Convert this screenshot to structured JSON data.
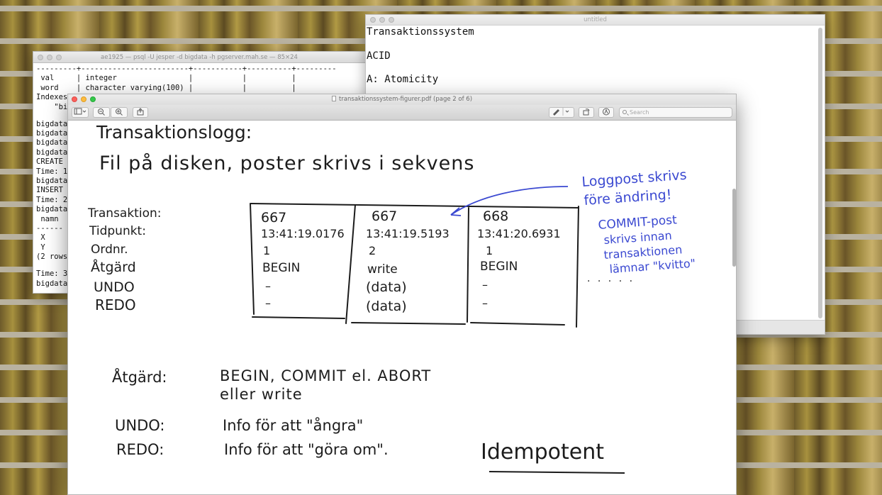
{
  "terminal": {
    "title": "ae1925 — psql -U jesper -d bigdata -h pgserver.mah.se — 85×24",
    "lines": [
      "---------+------------------------+-----------+----------+---------",
      " val     | integer                |           |          |",
      " word    | character varying(100) |           |          |",
      "Indexes:",
      "    \"bi",
      "",
      "bigdata",
      "bigdata",
      "bigdata",
      "bigdata",
      "CREATE",
      "Time: 1",
      "bigdata",
      "INSERT",
      "Time: 2",
      "bigdata",
      " namn",
      "------",
      " X",
      " Y",
      "(2 rows",
      "",
      "Time: 3",
      "bigdata"
    ]
  },
  "editor": {
    "title": "untitled",
    "lines": [
      "Transaktionssystem",
      "",
      "ACID",
      "",
      "A: Atomicity"
    ]
  },
  "preview": {
    "title": "transaktionssystem-figurer.pdf (page 2 of 6)",
    "search_placeholder": "Search",
    "page": {
      "heading": "Transaktionslogg:",
      "subheading": "Fil på disken, poster skrivs i sekvens",
      "row_labels": [
        "Transaktion:",
        "Tidpunkt:",
        "Ordnr.",
        "Åtgärd",
        "UNDO",
        "REDO"
      ],
      "records": [
        {
          "transaktion": "667",
          "tidpunkt": "13:41:19.0176",
          "ordnr": "1",
          "atgard": "BEGIN",
          "undo": "–",
          "redo": "–"
        },
        {
          "transaktion": "667",
          "tidpunkt": "13:41:19.5193",
          "ordnr": "2",
          "atgard": "write",
          "undo": "(data)",
          "redo": "(data)"
        },
        {
          "transaktion": "668",
          "tidpunkt": "13:41:20.6931",
          "ordnr": "1",
          "atgard": "BEGIN",
          "undo": "–",
          "redo": "–"
        }
      ],
      "note_blue_1": [
        "Loggpost skrivs",
        "före ändring!"
      ],
      "note_blue_2": [
        "COMMIT-post",
        "skrivs innan",
        "transaktionen",
        "lämnar \"kvitto\""
      ],
      "continuation": ". .   . . .",
      "definitions": [
        {
          "term": "Åtgärd:",
          "text": [
            "BEGIN, COMMIT el. ABORT",
            "eller write"
          ]
        },
        {
          "term": "UNDO:",
          "text": [
            "Info för att \"ångra\""
          ]
        },
        {
          "term": "REDO:",
          "text": [
            "Info för att \"göra om\"."
          ]
        }
      ],
      "idempotent": "Idempotent"
    }
  },
  "colors": {
    "ink": "#1c1c1c",
    "blue_ink": "#3b49d1",
    "traffic_red": "#fc605c",
    "traffic_yellow": "#fdbc40",
    "traffic_green": "#34c84a"
  }
}
